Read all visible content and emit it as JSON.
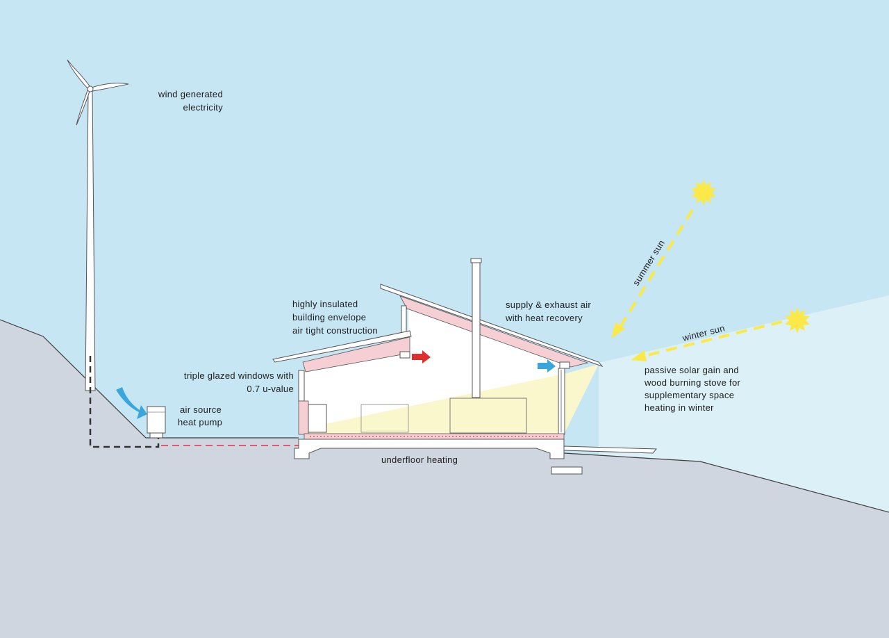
{
  "labels": {
    "wind_1": "wind generated",
    "wind_2": "electricity",
    "insulated_1": "highly insulated",
    "insulated_2": "building envelope",
    "insulated_3": "air tight construction",
    "supply_1": "supply & exhaust air",
    "supply_2": "with heat recovery",
    "triple_1": "triple glazed windows with",
    "triple_2": "0.7 u-value",
    "heatpump_1": "air source",
    "heatpump_2": "heat pump",
    "underfloor": "underfloor heating",
    "summer_sun": "summer sun",
    "winter_sun": "winter sun",
    "passive_1": "passive solar gain and",
    "passive_2": "wood burning stove  for",
    "passive_3": "supplementary space",
    "passive_4": "heating in winter"
  },
  "icons": {
    "wind_turbine": "wind-turbine-icon",
    "sun": "sun-icon",
    "heat_pump": "heat-pump-icon"
  },
  "colors": {
    "sky": "#c6e6f4",
    "sky_light": "#dcf0f8",
    "ground": "#d0d6e0",
    "insulation": "#f6cfd5",
    "warm_air": "#e02e2e",
    "cool_air": "#3aa6dc",
    "sun": "#fbe94a",
    "solar_gain": "#fbf7cc",
    "underfloor_line": "#e5546b"
  }
}
